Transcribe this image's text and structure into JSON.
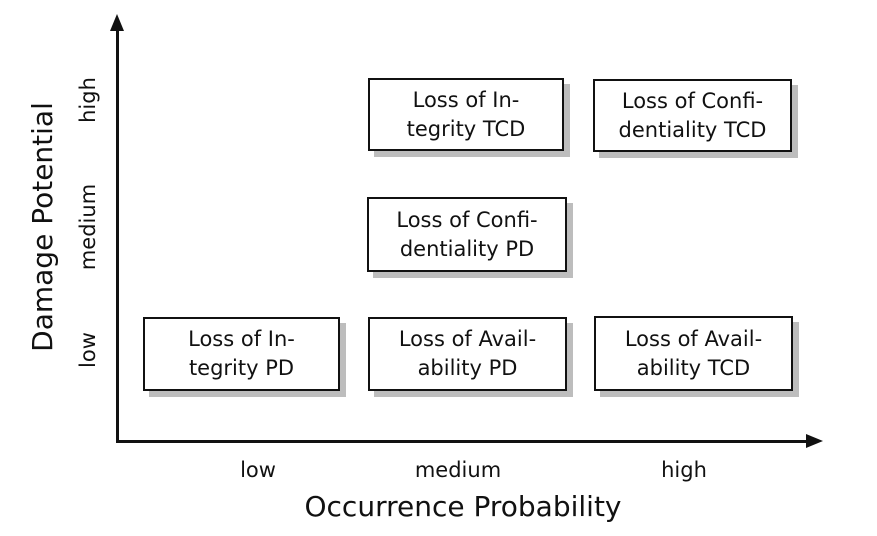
{
  "chart_data": {
    "type": "scatter",
    "title": "",
    "xlabel": "Occurrence Probability",
    "ylabel": "Damage Potential",
    "x_ticks": [
      "low",
      "medium",
      "high"
    ],
    "y_ticks": [
      "low",
      "medium",
      "high"
    ],
    "grid": false,
    "points": [
      {
        "x": "medium",
        "y": "high",
        "label": "Loss of Integrity TCD"
      },
      {
        "x": "high",
        "y": "high",
        "label": "Loss of Confidentiality TCD"
      },
      {
        "x": "medium",
        "y": "medium",
        "label": "Loss of Confidentiality PD"
      },
      {
        "x": "low",
        "y": "low",
        "label": "Loss of Integrity PD"
      },
      {
        "x": "medium",
        "y": "low",
        "label": "Loss of Availability PD"
      },
      {
        "x": "high",
        "y": "low",
        "label": "Loss of Availability TCD"
      }
    ]
  },
  "axes": {
    "xlabel": "Occurrence Probability",
    "ylabel": "Damage Potential",
    "x_tick_low": "low",
    "x_tick_medium": "medium",
    "x_tick_high": "high",
    "y_tick_low": "low",
    "y_tick_medium": "medium",
    "y_tick_high": "high"
  },
  "boxes": [
    {
      "lines": [
        "Loss of In-",
        "tegrity TCD"
      ]
    },
    {
      "lines": [
        "Loss of Confi-",
        "dentiality TCD"
      ]
    },
    {
      "lines": [
        "Loss of Confi-",
        "dentiality PD"
      ]
    },
    {
      "lines": [
        "Loss of In-",
        "tegrity PD"
      ]
    },
    {
      "lines": [
        "Loss of Avail-",
        "ability PD"
      ]
    },
    {
      "lines": [
        "Loss of Avail-",
        "ability TCD"
      ]
    }
  ],
  "colors": {
    "background": "#ffffff",
    "text": "#111111",
    "axis": "#111111",
    "box_border": "#111111",
    "box_fill": "#ffffff",
    "box_shadow": "#bdbdbd"
  }
}
